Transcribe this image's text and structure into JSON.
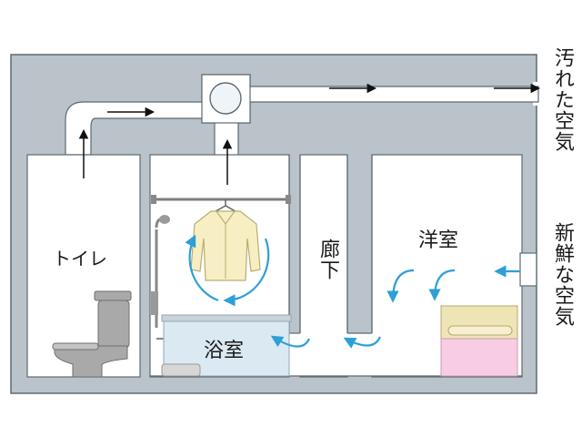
{
  "labels": {
    "toilet": "トイレ",
    "bathroom": "浴室",
    "hallway": "廊下",
    "western_room": "洋室",
    "dirty_air": "汚れた空気",
    "fresh_air": "新鮮な空気"
  },
  "colors": {
    "wall": "#b9c3c9",
    "wall_outline": "#5d6a72",
    "room": "#ffffff",
    "airflow_arrow": "#2e9fd8",
    "flow_arrow": "#111111",
    "bathtub": "#dbe9f3",
    "shirt": "#f7efc3",
    "toilet": "#a9a9a9",
    "bed_mattress": "#f8cde3",
    "bed_headboard": "#efe4b5"
  },
  "icons": [
    "ventilation-fan-icon",
    "shirt-icon",
    "toilet-icon",
    "bed-icon",
    "shower-icon"
  ]
}
